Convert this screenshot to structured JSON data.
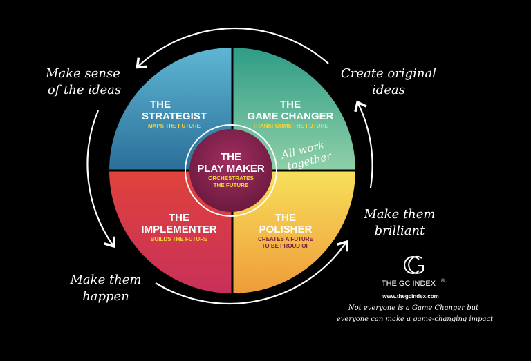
{
  "quadrants": {
    "strategist": {
      "title_1": "THE",
      "title_2": "STRATEGIST",
      "sub_1": "MAPS THE FUTURE"
    },
    "game_changer": {
      "title_1": "THE",
      "title_2": "GAME CHANGER",
      "sub_1": "TRANSFORMS THE FUTURE"
    },
    "implementer": {
      "title_1": "THE",
      "title_2": "IMPLEMENTER",
      "sub_1": "BUILDS THE FUTURE"
    },
    "polisher": {
      "title_1": "THE",
      "title_2": "POLISHER",
      "sub_1": "CREATES A FUTURE",
      "sub_2": "TO BE PROUD OF"
    }
  },
  "center": {
    "title_1": "THE",
    "title_2": "PLAY MAKER",
    "sub_1": "ORCHESTRATES",
    "sub_2": "THE FUTURE"
  },
  "center_note": {
    "line_1": "All work",
    "line_2": "together"
  },
  "captions": {
    "make_sense": {
      "line_1": "Make sense",
      "line_2": "of the ideas"
    },
    "create_original": {
      "line_1": "Create original",
      "line_2": "ideas"
    },
    "make_brilliant": {
      "line_1": "Make them",
      "line_2": "brilliant"
    },
    "make_happen": {
      "line_1": "Make them",
      "line_2": "happen"
    }
  },
  "logo": {
    "name": "THE GC INDEX",
    "registered": "®",
    "url": "www.thegcindex.com"
  },
  "tagline": {
    "line_1": "Not everyone is a Game Changer but",
    "line_2": "everyone can make a game-changing impact"
  },
  "colors": {
    "background": "#000000",
    "strategist": "#2f7ea8",
    "game_changer": "#3fa58c",
    "implementer": "#d73a52",
    "polisher": "#f0ac3c",
    "center": "#8a2350",
    "accent_yellow": "#f7d53a"
  }
}
